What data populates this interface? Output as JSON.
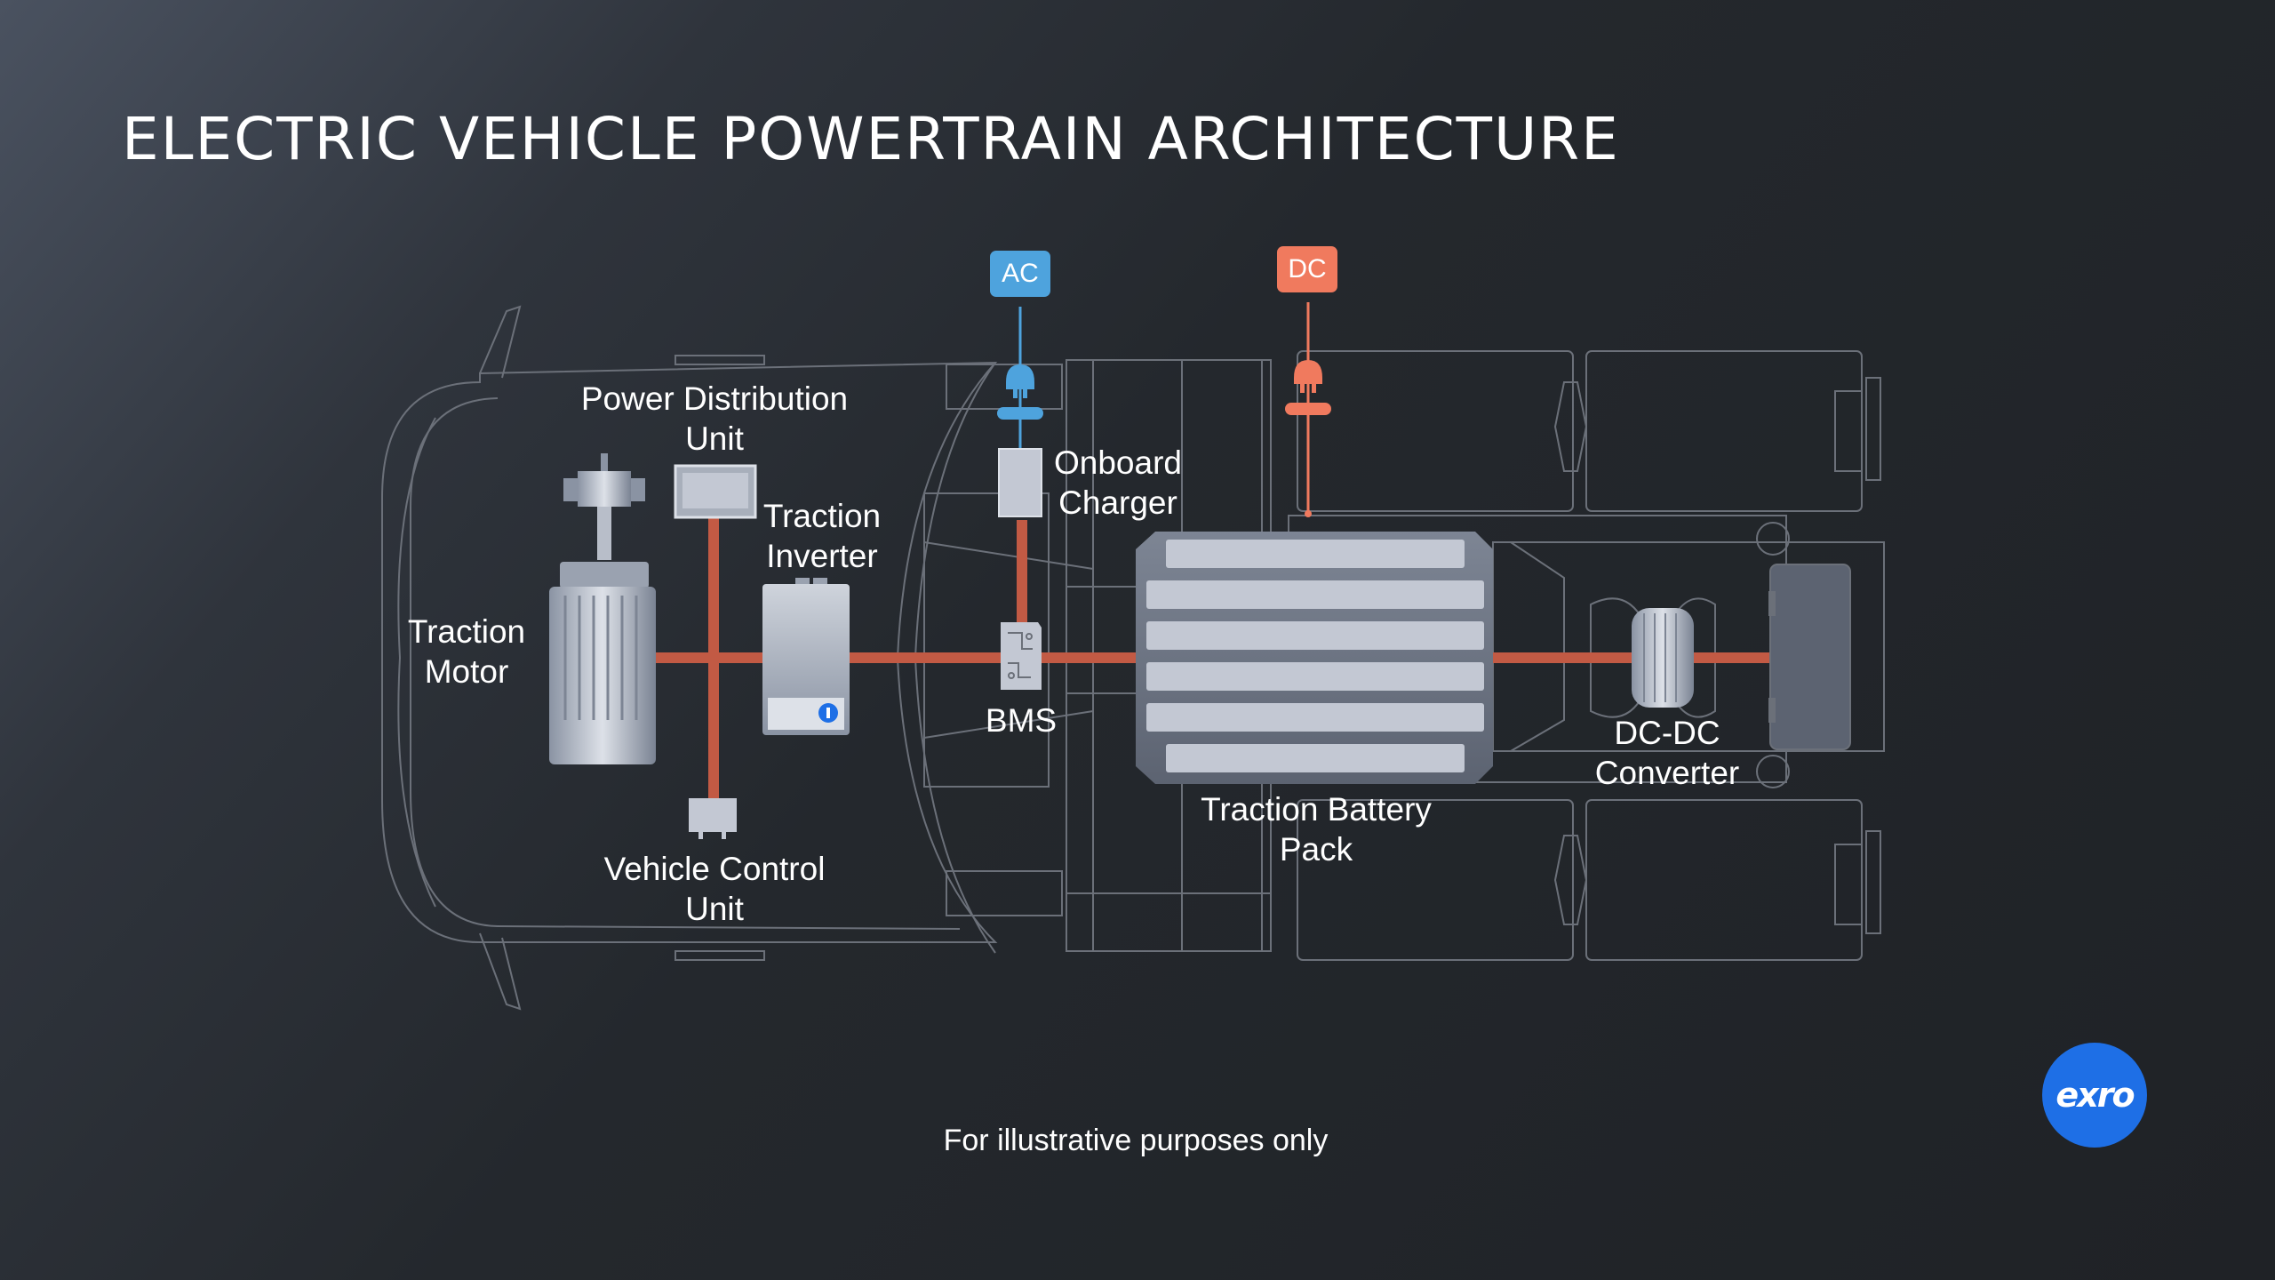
{
  "title": "ELECTRIC VEHICLE POWERTRAIN ARCHITECTURE",
  "colors": {
    "power_line": "#c25a44",
    "ac": "#4ea3dd",
    "dc": "#f07a5e",
    "component": "#c3c8d3",
    "outline": "#6b7079",
    "logo": "#1e6fe6"
  },
  "badges": {
    "ac": "AC",
    "dc": "DC"
  },
  "components": {
    "power_distribution_unit": [
      "Power Distribution",
      "Unit"
    ],
    "traction_inverter": [
      "Traction",
      "Inverter"
    ],
    "onboard_charger": [
      "Onboard",
      "Charger"
    ],
    "traction_motor": [
      "Traction",
      "Motor"
    ],
    "bms": [
      "BMS"
    ],
    "dc_dc_converter": [
      "DC-DC",
      "Converter"
    ],
    "traction_battery_pack": [
      "Traction Battery",
      "Pack"
    ],
    "vehicle_control_unit": [
      "Vehicle Control",
      "Unit"
    ]
  },
  "footnote": "For illustrative purposes only",
  "logo": {
    "text": "exro",
    "icon": "exro-logo"
  }
}
